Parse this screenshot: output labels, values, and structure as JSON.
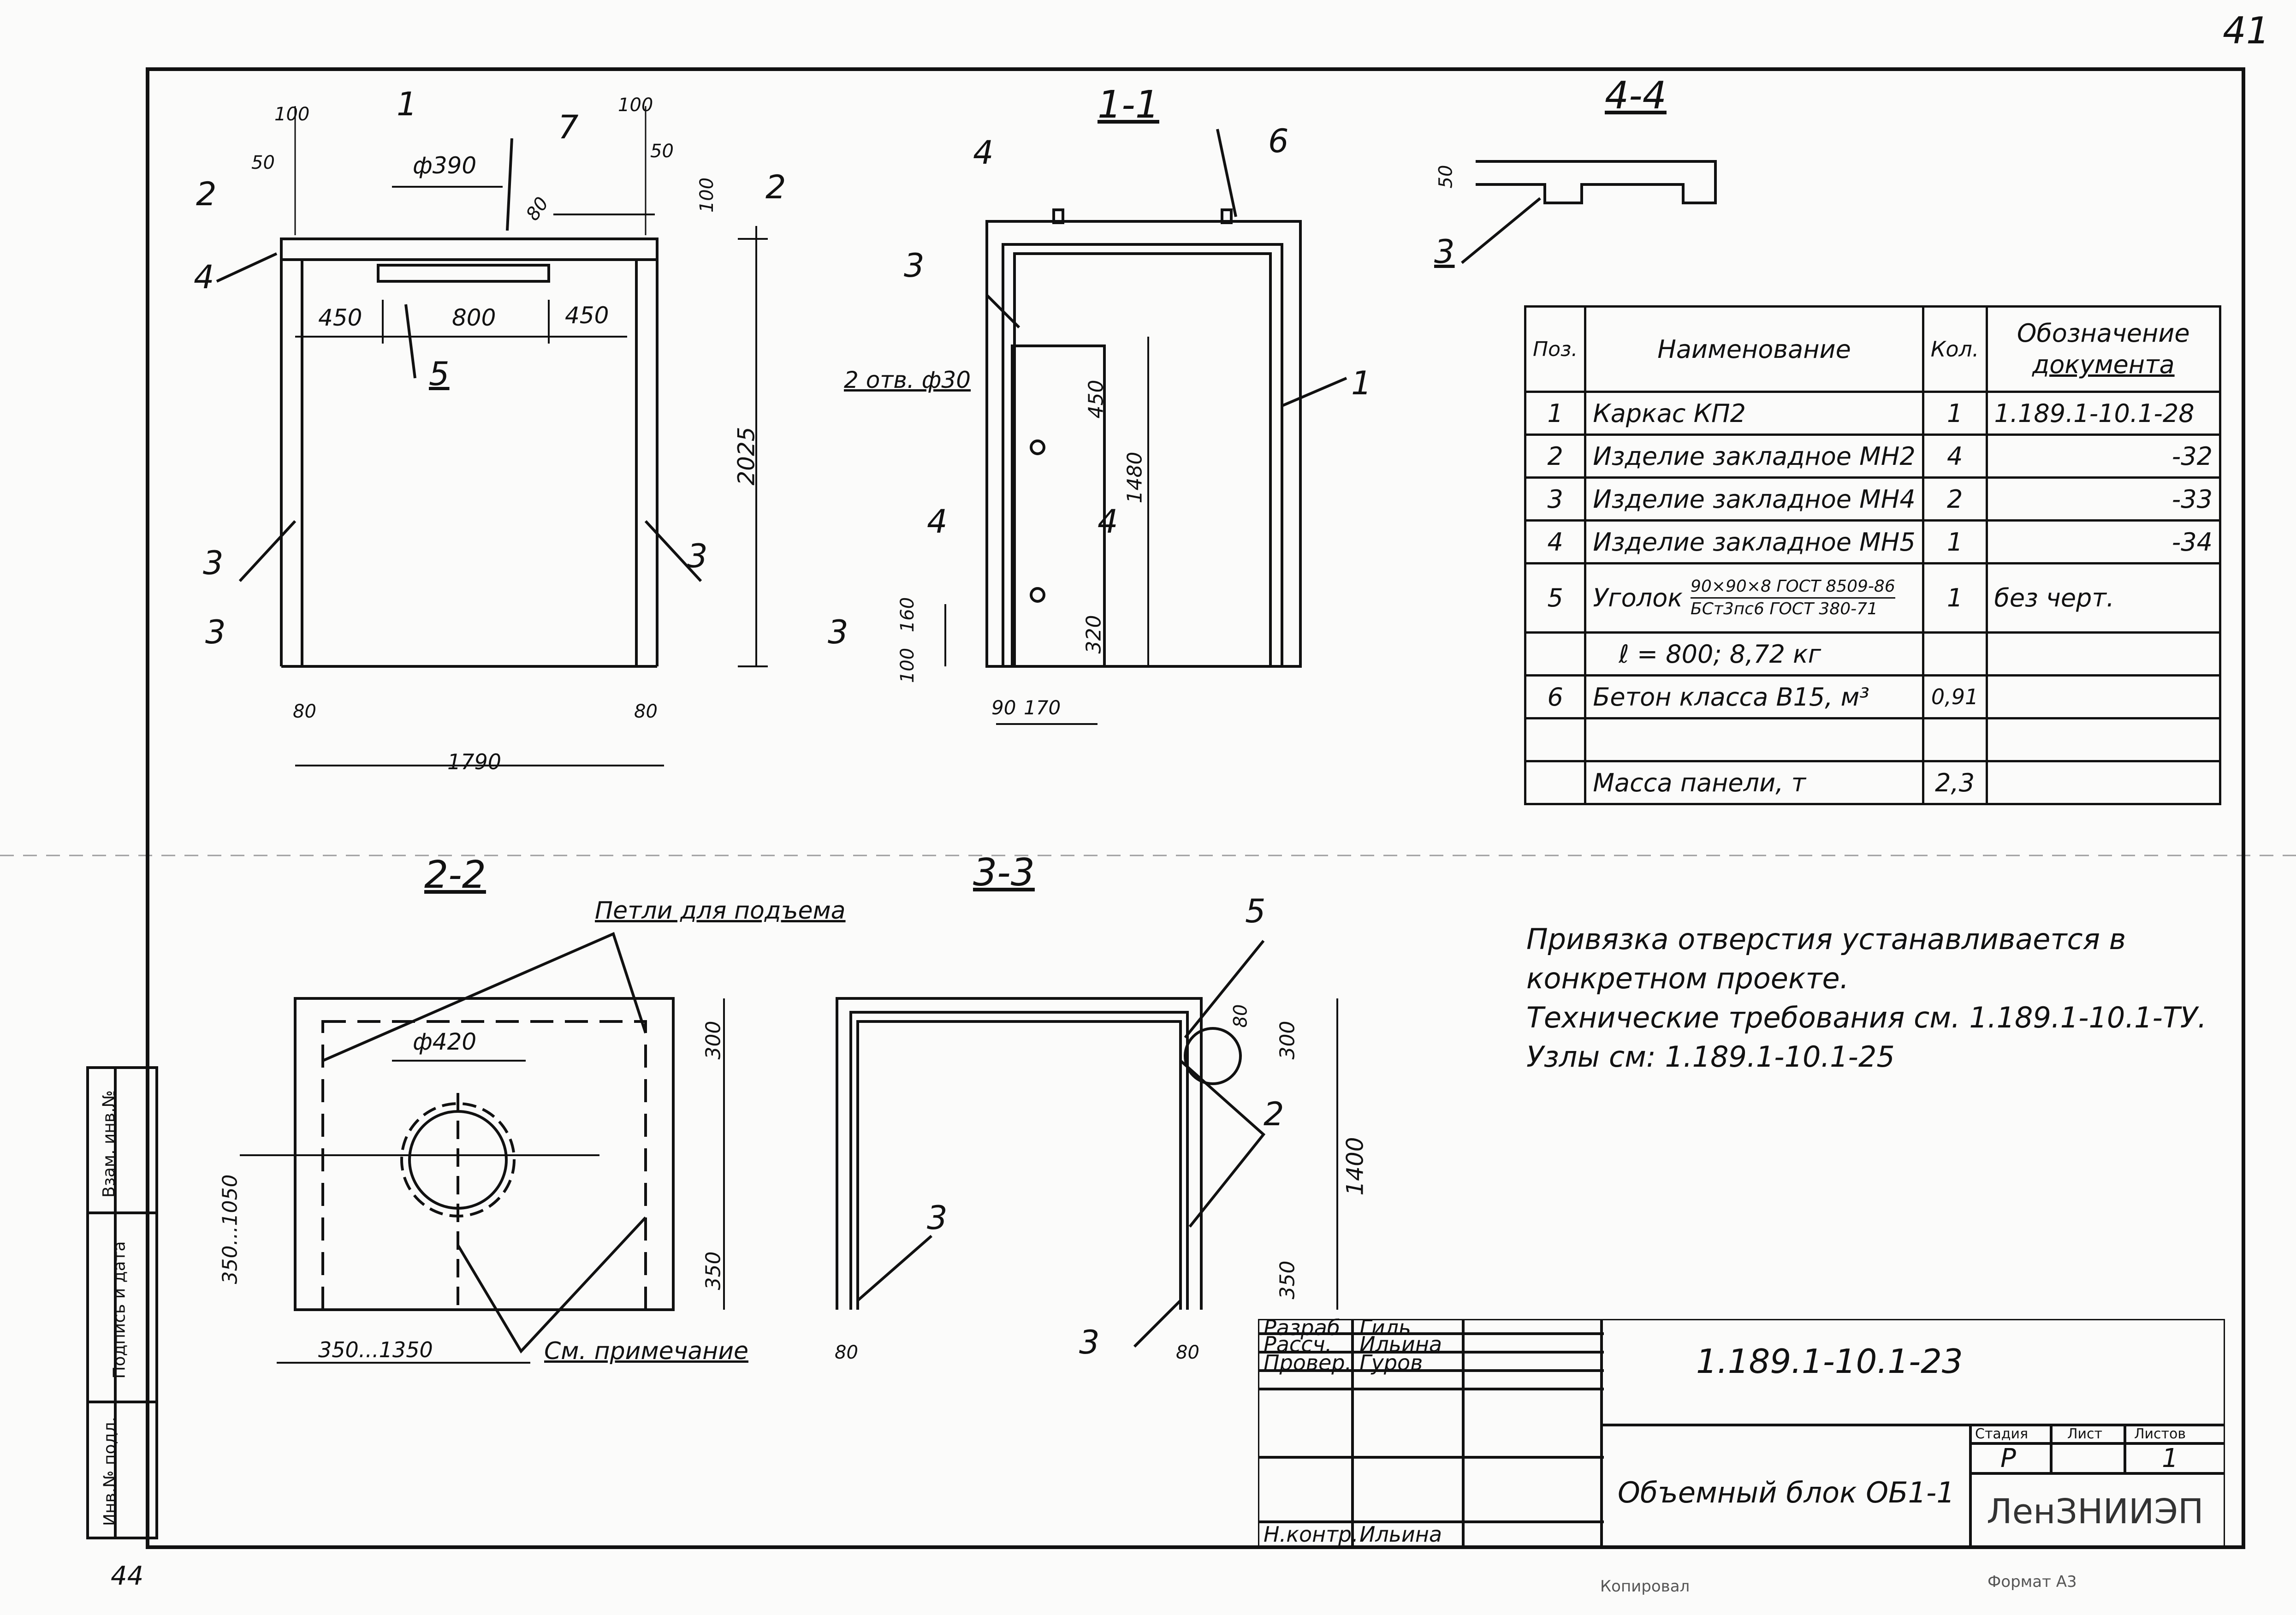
{
  "sheet": {
    "page_number": "41",
    "bottom_left_mark": "44",
    "bottom_stamp_1": "Копировал",
    "bottom_stamp_2": "Формат А3"
  },
  "sections": {
    "plan_1_1_marker": "1",
    "s11": "1-1",
    "s44": "4-4",
    "s22": "2-2",
    "s33": "3-3",
    "marker_2": "2",
    "marker_3": "3",
    "marker_4": "4"
  },
  "callouts": {
    "pos1": "1",
    "pos2": "2",
    "pos3": "3",
    "pos4": "4",
    "pos5": "5",
    "pos6": "6",
    "pos7": "7"
  },
  "dimensions": {
    "d100a": "100",
    "d100b": "100",
    "d50a": "50",
    "d50b": "50",
    "d100c": "100",
    "phi390": "ф390",
    "d80a": "80",
    "d450a": "450",
    "d800": "800",
    "d450b": "450",
    "d2025": "2025",
    "d1790": "1790",
    "d80b": "80",
    "d80c": "80",
    "holes": "2 отв. ф30",
    "d450c": "450",
    "d1480": "1480",
    "d320": "320",
    "d160": "160",
    "d100d": "100",
    "d90": "90",
    "d170": "170",
    "d50c": "50",
    "phi420": "ф420",
    "d300a": "300",
    "d350a": "350",
    "d350_1050": "350...1050",
    "d350_1350": "350...1350",
    "d80d": "80",
    "d300b": "300",
    "d1400": "1400",
    "d350b": "350",
    "d80e": "80",
    "d80f": "80"
  },
  "labels": {
    "lifting_loops": "Петли для подъема",
    "see_note": "См. примечание"
  },
  "notes": [
    "Привязка отверстия устанавливается в",
    "конкретном проекте.",
    "Технические требования см. 1.189.1-10.1-ТУ.",
    "Узлы см: 1.189.1-10.1-25"
  ],
  "spec_table": {
    "headers": {
      "pos": "Поз.",
      "name": "Наименование",
      "qty": "Кол.",
      "doc_1": "Обозначение",
      "doc_2": "документа"
    },
    "rows": [
      {
        "pos": "1",
        "name": "Каркас КП2",
        "qty": "1",
        "doc": "1.189.1-10.1-28"
      },
      {
        "pos": "2",
        "name": "Изделие закладное МН2",
        "qty": "4",
        "doc": "-32"
      },
      {
        "pos": "3",
        "name": "Изделие закладное МН4",
        "qty": "2",
        "doc": "-33"
      },
      {
        "pos": "4",
        "name": "Изделие закладное МН5",
        "qty": "1",
        "doc": "-34"
      },
      {
        "pos": "5",
        "name": "Уголок",
        "name_top": "90×90×8 ГОСТ 8509-86",
        "name_bottom": "БСт3пс6 ГОСТ 380-71",
        "qty": "1",
        "doc": "без черт."
      },
      {
        "pos": "",
        "name": "ℓ = 800; 8,72 кг",
        "qty": "",
        "doc": ""
      },
      {
        "pos": "6",
        "name": "Бетон класса В15, м³",
        "qty": "0,91",
        "doc": ""
      },
      {
        "pos": "",
        "name": "",
        "qty": "",
        "doc": ""
      },
      {
        "pos": "",
        "name": "Масса панели, т",
        "qty": "2,3",
        "doc": ""
      }
    ]
  },
  "title_block": {
    "roles": [
      "Разраб.",
      "Рассч.",
      "Провер.",
      "",
      "",
      "Н.контр."
    ],
    "names": [
      "Гиль",
      "Ильина",
      "Гуров",
      "",
      "",
      "Ильина"
    ],
    "doc_code": "1.189.1-10.1-23",
    "title": "Объемный блок ОБ1-1",
    "stage_label": "Стадия",
    "sheet_label": "Лист",
    "sheets_label": "Листов",
    "stage": "Р",
    "sheet": "",
    "sheets": "1",
    "org": "ЛенЗНИИЭП"
  },
  "side_stamp": {
    "cells": [
      "Инв.№ подл.",
      "Подпись и дата",
      "Взам. инв.№"
    ]
  }
}
